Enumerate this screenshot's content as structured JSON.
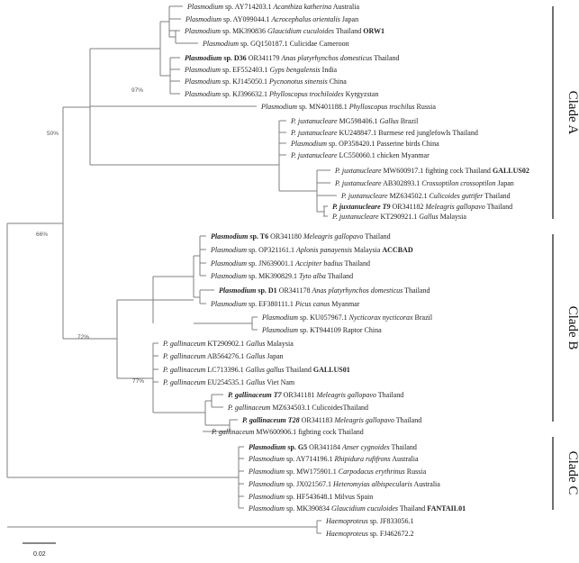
{
  "taxa": [
    {
      "segs": [
        {
          "t": "Plasmodium",
          "s": "it"
        },
        {
          "t": " sp. AY714203.1 "
        },
        {
          "t": "Acanthiza katherina",
          "s": "it"
        },
        {
          "t": " Australia"
        }
      ]
    },
    {
      "segs": [
        {
          "t": "Plasmodium",
          "s": "it"
        },
        {
          "t": " sp. AY099044.1 "
        },
        {
          "t": "Acrocephalus orientalis",
          "s": "it"
        },
        {
          "t": " Japan"
        }
      ]
    },
    {
      "segs": [
        {
          "t": "Plasmodium",
          "s": "it"
        },
        {
          "t": " sp. MK390836 "
        },
        {
          "t": "Glaucidium cuculoides",
          "s": "it"
        },
        {
          "t": " Thailand "
        },
        {
          "t": "ORW1",
          "s": "b"
        }
      ]
    },
    {
      "segs": [
        {
          "t": "Plasmodium",
          "s": "it"
        },
        {
          "t": " sp. GQ150187.1 Culicidae Cameroon"
        }
      ]
    },
    {
      "segs": [
        {
          "t": "Plasmodium",
          "s": "bi"
        },
        {
          "t": " sp. D36",
          "s": "b"
        },
        {
          "t": "  OR341179  "
        },
        {
          "t": "Anas platyrhynchos domesticus",
          "s": "it"
        },
        {
          "t": " Thailand"
        }
      ]
    },
    {
      "segs": [
        {
          "t": "Plasmodium",
          "s": "it"
        },
        {
          "t": " sp. EF552403.1 "
        },
        {
          "t": "Gyps bengalensis",
          "s": "it"
        },
        {
          "t": " India"
        }
      ]
    },
    {
      "segs": [
        {
          "t": "Plasmodium",
          "s": "it"
        },
        {
          "t": " sp. KJ145050.1 "
        },
        {
          "t": "Pycnonotus sinensis",
          "s": "it"
        },
        {
          "t": " China"
        }
      ]
    },
    {
      "segs": [
        {
          "t": "Plasmodium",
          "s": "it"
        },
        {
          "t": " sp. KJ396632.1 "
        },
        {
          "t": "Phylloscopus trochiloides",
          "s": "it"
        },
        {
          "t": " Kyrgyzstan"
        }
      ]
    },
    {
      "segs": [
        {
          "t": "Plasmodium",
          "s": "it"
        },
        {
          "t": " sp. MN401188.1 "
        },
        {
          "t": "Phylloscopus trochilus",
          "s": "it"
        },
        {
          "t": " Russia"
        }
      ]
    },
    {
      "segs": [
        {
          "t": "P. juxtanucleare",
          "s": "it"
        },
        {
          "t": " MG598406.1 "
        },
        {
          "t": "Gallus",
          "s": "it"
        },
        {
          "t": " Brazil"
        }
      ]
    },
    {
      "segs": [
        {
          "t": "P. juxtanucleare",
          "s": "it"
        },
        {
          "t": " KU248847.1 Burmese red junglefowls Thailand"
        }
      ]
    },
    {
      "segs": [
        {
          "t": "Plasmodium",
          "s": "it"
        },
        {
          "t": " sp. OP358420.1 Passerine birds China"
        }
      ]
    },
    {
      "segs": [
        {
          "t": "P. juxtanucleare",
          "s": "it"
        },
        {
          "t": " LC550060.1 chicken Myanmar"
        }
      ]
    },
    {
      "segs": [
        {
          "t": "P. juxtanucleare",
          "s": "it"
        },
        {
          "t": " MW600917.1 fighting cock Thailand "
        },
        {
          "t": "GALLUS02",
          "s": "b"
        }
      ]
    },
    {
      "segs": [
        {
          "t": "P. juxtanucleare",
          "s": "it"
        },
        {
          "t": " AB302893.1 "
        },
        {
          "t": "Crossoptilon crossoptilon",
          "s": "it"
        },
        {
          "t": " Japan"
        }
      ]
    },
    {
      "segs": [
        {
          "t": "P. juxtanucleare",
          "s": "it"
        },
        {
          "t": " MZ634502.1 "
        },
        {
          "t": "Culicoides guttifer",
          "s": "it"
        },
        {
          "t": " Thailand"
        }
      ]
    },
    {
      "segs": [
        {
          "t": "P. juxtanucleare T9",
          "s": "bi"
        },
        {
          "t": "  OR341182  "
        },
        {
          "t": "Meleagris gallopavo",
          "s": "it"
        },
        {
          "t": " Thailand"
        }
      ]
    },
    {
      "segs": [
        {
          "t": "P. juxtanucleare",
          "s": "it"
        },
        {
          "t": " KT290921.1 "
        },
        {
          "t": "Gallus",
          "s": "it"
        },
        {
          "t": " Malaysia"
        }
      ]
    },
    {
      "segs": [
        {
          "t": "Plasmodium",
          "s": "bi"
        },
        {
          "t": " sp. T6",
          "s": "b"
        },
        {
          "t": "  OR341180  "
        },
        {
          "t": "Meleagris gallopavo",
          "s": "it"
        },
        {
          "t": " Thailand"
        }
      ]
    },
    {
      "segs": [
        {
          "t": "Plasmodium",
          "s": "it"
        },
        {
          "t": " sp. OP321161.1 "
        },
        {
          "t": "Aplonis panayensis",
          "s": "it"
        },
        {
          "t": " Malaysia "
        },
        {
          "t": "ACCBAD",
          "s": "b"
        }
      ]
    },
    {
      "segs": [
        {
          "t": "Plasmodium",
          "s": "it"
        },
        {
          "t": " sp. JN639001.1 "
        },
        {
          "t": "Accipiter badius",
          "s": "it"
        },
        {
          "t": " Thailand"
        }
      ]
    },
    {
      "segs": [
        {
          "t": "Plasmodium",
          "s": "it"
        },
        {
          "t": " sp. MK390829.1 "
        },
        {
          "t": "Tyto alba",
          "s": "it"
        },
        {
          "t": " Thailand"
        }
      ]
    },
    {
      "segs": [
        {
          "t": "Plasmodium",
          "s": "bi"
        },
        {
          "t": " sp. D1",
          "s": "b"
        },
        {
          "t": "  OR341178  "
        },
        {
          "t": "Anas platyrhynchos domesticus",
          "s": "it"
        },
        {
          "t": " Thailand"
        }
      ]
    },
    {
      "segs": [
        {
          "t": "Plasmodium",
          "s": "it"
        },
        {
          "t": " sp. EF380111.1 "
        },
        {
          "t": "Picus canus",
          "s": "it"
        },
        {
          "t": " Myanmar"
        }
      ]
    },
    {
      "segs": [
        {
          "t": "Plasmodium",
          "s": "it"
        },
        {
          "t": " sp. KU057967.1 "
        },
        {
          "t": "Nycticorax nycticorax",
          "s": "it"
        },
        {
          "t": " Brazil"
        }
      ]
    },
    {
      "segs": [
        {
          "t": "Plasmodium",
          "s": "it"
        },
        {
          "t": " sp. KT944109 Raptor China"
        }
      ]
    },
    {
      "segs": [
        {
          "t": "P. gallinaceum",
          "s": "it"
        },
        {
          "t": " KT290902.1 "
        },
        {
          "t": "Gallus",
          "s": "it"
        },
        {
          "t": " Malaysia"
        }
      ]
    },
    {
      "segs": [
        {
          "t": "P. gallinaceum",
          "s": "it"
        },
        {
          "t": " AB564276.1 "
        },
        {
          "t": "Gallus",
          "s": "it"
        },
        {
          "t": " Japan"
        }
      ]
    },
    {
      "segs": [
        {
          "t": "P. gallinaceum",
          "s": "it"
        },
        {
          "t": " LC713396.1 "
        },
        {
          "t": "Gallus gallus",
          "s": "it"
        },
        {
          "t": " Thailand "
        },
        {
          "t": "GALLUS01",
          "s": "b"
        }
      ]
    },
    {
      "segs": [
        {
          "t": "P. gallinaceum",
          "s": "it"
        },
        {
          "t": " EU254535.1 "
        },
        {
          "t": "Gallus",
          "s": "it"
        },
        {
          "t": " Viet Nam"
        }
      ]
    },
    {
      "segs": [
        {
          "t": "P. gallinaceum T7",
          "s": "bi"
        },
        {
          "t": "  OR341181  "
        },
        {
          "t": "Meleagris gallopavo",
          "s": "it"
        },
        {
          "t": " Thailand"
        }
      ]
    },
    {
      "segs": [
        {
          "t": "P. gallinaceum",
          "s": "it"
        },
        {
          "t": " MZ634503.1 CulicoidesThailand"
        }
      ]
    },
    {
      "segs": [
        {
          "t": "P. gallinaceum T28",
          "s": "bi"
        },
        {
          "t": "  OR341183  "
        },
        {
          "t": "Meleagris gallopavo",
          "s": "it"
        },
        {
          "t": " Thailand"
        }
      ]
    },
    {
      "segs": [
        {
          "t": "P. gallinaceum",
          "s": "it"
        },
        {
          "t": " MW600906.1 fighting cock Thailand"
        }
      ]
    },
    {
      "segs": [
        {
          "t": "Plasmodium",
          "s": "bi"
        },
        {
          "t": " sp. G5",
          "s": "b"
        },
        {
          "t": "  OR341184  "
        },
        {
          "t": "Anser cygnoides",
          "s": "it"
        },
        {
          "t": " Thailand"
        }
      ]
    },
    {
      "segs": [
        {
          "t": "Plasmodium",
          "s": "it"
        },
        {
          "t": " sp. AY714196.1 "
        },
        {
          "t": "Rhipidura rufifrons",
          "s": "it"
        },
        {
          "t": " Australia"
        }
      ]
    },
    {
      "segs": [
        {
          "t": "Plasmodium",
          "s": "it"
        },
        {
          "t": " sp. MW175901.1 "
        },
        {
          "t": "Carpodacus erythrinus",
          "s": "it"
        },
        {
          "t": " Russia"
        }
      ]
    },
    {
      "segs": [
        {
          "t": "Plasmodium",
          "s": "it"
        },
        {
          "t": " sp. JX021567.1 "
        },
        {
          "t": "Heteromyias albispecularis",
          "s": "it"
        },
        {
          "t": " Australia"
        }
      ]
    },
    {
      "segs": [
        {
          "t": "Plasmodium",
          "s": "it"
        },
        {
          "t": " sp. HF543648.1 Milvus Spain"
        }
      ]
    },
    {
      "segs": [
        {
          "t": "Plasmodium",
          "s": "it"
        },
        {
          "t": " sp. MK390834 "
        },
        {
          "t": "Glaucidium cuculoides",
          "s": "it"
        },
        {
          "t": " Thailand "
        },
        {
          "t": "FANTAIL01",
          "s": "b"
        }
      ]
    },
    {
      "segs": [
        {
          "t": "Haemoproteus",
          "s": "it"
        },
        {
          "t": " sp. JF833056.1"
        }
      ]
    },
    {
      "segs": [
        {
          "t": "Haemoproteus",
          "s": "it"
        },
        {
          "t": " sp. FJ462672.2"
        }
      ]
    }
  ],
  "bootstrap": [
    "97%",
    "50%",
    "66%",
    "72%",
    "77%"
  ],
  "clades": [
    "Clade A",
    "Clade B",
    "Clade C"
  ],
  "scale_label": "0.02"
}
